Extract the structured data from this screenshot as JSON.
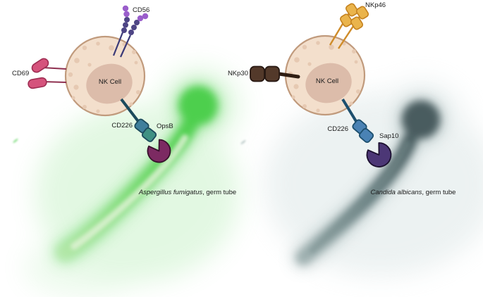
{
  "left": {
    "cell_label": "NK Cell",
    "cd56": "CD56",
    "cd69": "CD69",
    "cd226": "CD226",
    "ligand": "OpsB",
    "species": "Aspergillus fumigatus",
    "caption_suffix": ", germ tube"
  },
  "right": {
    "cell_label": "NK Cell",
    "nkp46": "NKp46",
    "nkp30": "NKp30",
    "cd226": "CD226",
    "ligand": "Sap10",
    "species": "Candida albicans",
    "caption_suffix": ", germ tube"
  },
  "colors": {
    "background": "#ffffff",
    "text": "#1a1a1a",
    "cell-fill": "#f3dfcc",
    "cell-border": "#c09a7c",
    "nucleus-fill": "#dcbcaa",
    "granule-fill": "#e6c9b2",
    "cd56-line": "#3b3a78",
    "cd56-bead-dark": "#4e4585",
    "cd56-bead-purple": "#9a5ecb",
    "cd69-fill": "#d5537c",
    "cd69-border": "#9e2d52",
    "cd69-line": "#8e2f4f",
    "nkp46-fill": "#eab44c",
    "nkp46-border": "#c5821f",
    "nkp46-line": "#cf8c2a",
    "nkp30-fill": "#53392a",
    "nkp30-border": "#271812",
    "nkp30-line": "#2f1d12",
    "cd226-left-stem": "#1c4a5c",
    "cd226-left-domain1": "#3f7f9c",
    "cd226-left-domain2": "#3f9183",
    "cd226-right-stem": "#1d4f6e",
    "cd226-right-domain": "#4a82b4",
    "opsb-fill": "#7c2a62",
    "opsb-border": "#38112c",
    "sap10-fill": "#4c3776",
    "sap10-border": "#1c1030",
    "green-tube": "#4ecf4e",
    "green-tube-mid": "#72d96c",
    "green-tube-tail": "#b4e7a6",
    "green-tube-inner": "#e2f3d8",
    "green-glow": "#7fe07f",
    "gray-tube": "#485c5f",
    "gray-tube-mid": "#61797b",
    "gray-tube-tail": "#8fa3a3",
    "gray-tube-inner": "#7b9191",
    "gray-haze": "#8ba2a2",
    "gray-wash": "#c6d7d7"
  }
}
